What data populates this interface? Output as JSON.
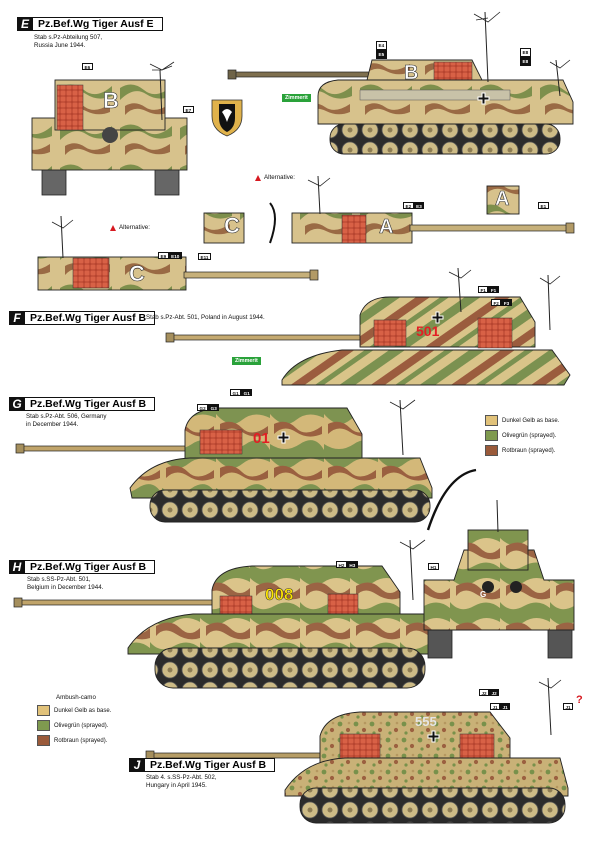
{
  "sections": {
    "E": {
      "letter": "E",
      "title": "Pz.Bef.Wg Tiger Ausf E",
      "lines": [
        "Stab s.Pz-Abteilung 507,",
        "Russia June 1944."
      ]
    },
    "F": {
      "letter": "F",
      "title": "Pz.Bef.Wg Tiger Ausf B",
      "lines": [
        "Stab s.Pz-Abt. 501, Poland in August 1944."
      ]
    },
    "G": {
      "letter": "G",
      "title": "Pz.Bef.Wg Tiger Ausf B",
      "lines": [
        "Stab s.Pz-Abt. 506, Germany",
        "in December 1944."
      ]
    },
    "H": {
      "letter": "H",
      "title": "Pz.Bef.Wg Tiger Ausf B",
      "lines": [
        "Stab s.SS-Pz-Abt. 501,",
        "Belgium in December 1944."
      ]
    },
    "J": {
      "letter": "J",
      "title": "Pz.Bef.Wg Tiger Ausf B",
      "lines": [
        "Stab 4. s.SS-Pz-Abt. 502,",
        "Hungary in April 1945."
      ]
    }
  },
  "markings": {
    "e_turret_side": "B",
    "e_turret_rear": "B",
    "alt_a": "A",
    "alt_a_rear": "A",
    "alt_c": "C",
    "alt_c_rear": "C",
    "f_number": "501",
    "g_number": "01",
    "h_number": "008",
    "j_number": "555",
    "h_rear": "G"
  },
  "decal_tags": {
    "e4_e5": [
      "E4",
      "E5"
    ],
    "e6": [
      "E6"
    ],
    "e7": [
      "E7"
    ],
    "e8_e8": [
      "E8",
      "E8"
    ],
    "e2_e3": [
      "E2",
      "E3"
    ],
    "e1": [
      "E1"
    ],
    "e9_e10": [
      "E9",
      "E10"
    ],
    "e11": [
      "E11"
    ],
    "f1_f1": [
      "F1",
      "F1"
    ],
    "f2_f3": [
      "F2",
      "F3"
    ],
    "g1_g1": [
      "G1",
      "G1"
    ],
    "g2_g3": [
      "G2",
      "G3"
    ],
    "h2_h3": [
      "H2",
      "H3"
    ],
    "h1": [
      "H1"
    ],
    "j2_j2": [
      "J2",
      "J2"
    ],
    "j1_j1": [
      "J1",
      "J1"
    ],
    "j1_single": [
      "J1"
    ]
  },
  "alternative_label": "Alternative:",
  "zimmerit_label": "Zimmerit",
  "question_mark": "?",
  "legend_main": {
    "items": [
      {
        "label": "Dunkel Gelb as base.",
        "color": "#e1c27a"
      },
      {
        "label": "Olivegrün (sprayed).",
        "color": "#7f9a4f"
      },
      {
        "label": "Rotbraun (sprayed).",
        "color": "#9a5a3a"
      }
    ]
  },
  "legend_j": {
    "title": "Ambush-camo",
    "items": [
      {
        "label": "Dunkel Gelb as base.",
        "color": "#e1c27a"
      },
      {
        "label": "Olivegrün (sprayed).",
        "color": "#7f9a4f"
      },
      {
        "label": "Rotbraun (sprayed).",
        "color": "#9a5a3a"
      }
    ]
  },
  "colors": {
    "dunkelgelb": "#e1c27a",
    "oliv": "#7f9a4f",
    "rotbraun": "#9a5a3a",
    "sand": "#d9c79d",
    "olivedrab": "#6b7a3a"
  }
}
